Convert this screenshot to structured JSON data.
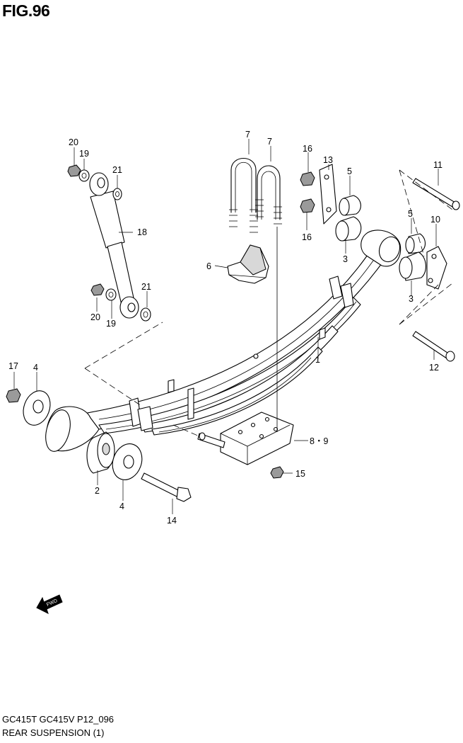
{
  "figure": {
    "title": "FIG.96"
  },
  "footer": {
    "models": "GC415T GC415V P12_096",
    "caption": "REAR SUSPENSION (1)"
  },
  "arrow": {
    "label": "FWD"
  },
  "callouts": {
    "c1": "1",
    "c2": "2",
    "c3a": "3",
    "c3b": "3",
    "c4a": "4",
    "c4b": "4",
    "c5a": "5",
    "c5b": "5",
    "c6": "6",
    "c7a": "7",
    "c7b": "7",
    "c89": "8・9",
    "c10": "10",
    "c11": "11",
    "c12": "12",
    "c13": "13",
    "c14": "14",
    "c15": "15",
    "c16a": "16",
    "c16b": "16",
    "c17": "17",
    "c18": "18",
    "c19a": "19",
    "c19b": "19",
    "c20a": "20",
    "c20b": "20",
    "c21a": "21",
    "c21b": "21"
  }
}
